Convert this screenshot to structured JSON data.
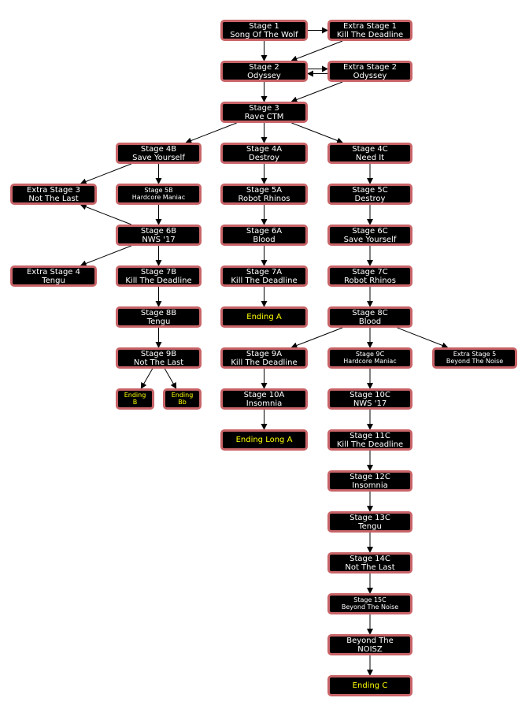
{
  "colors": {
    "node_fill": "#000000",
    "node_border": "#c86468",
    "text": "#ffffff",
    "ending_text": "#ffff00",
    "edge": "#000000",
    "background": "#ffffff"
  },
  "nodes": {
    "s1": {
      "line1": "Stage 1",
      "line2": "Song Of The Wolf"
    },
    "ex1": {
      "line1": "Extra Stage 1",
      "line2": "Kill The Deadline"
    },
    "s2": {
      "line1": "Stage 2",
      "line2": "Odyssey"
    },
    "ex2": {
      "line1": "Extra Stage 2",
      "line2": "Odyssey"
    },
    "s3": {
      "line1": "Stage 3",
      "line2": "Rave CTM"
    },
    "s4b": {
      "line1": "Stage 4B",
      "line2": "Save Yourself"
    },
    "s4a": {
      "line1": "Stage 4A",
      "line2": "Destroy"
    },
    "s4c": {
      "line1": "Stage 4C",
      "line2": "Need It"
    },
    "ex3": {
      "line1": "Extra Stage 3",
      "line2": "Not The Last"
    },
    "s5b": {
      "line1": "Stage 5B",
      "line2": "Hardcore Maniac"
    },
    "s5a": {
      "line1": "Stage 5A",
      "line2": "Robot Rhinos"
    },
    "s5c": {
      "line1": "Stage 5C",
      "line2": "Destroy"
    },
    "s6b": {
      "line1": "Stage 6B",
      "line2": "NWS '17"
    },
    "s6a": {
      "line1": "Stage 6A",
      "line2": "Blood"
    },
    "s6c": {
      "line1": "Stage 6C",
      "line2": "Save Yourself"
    },
    "ex4": {
      "line1": "Extra Stage 4",
      "line2": "Tengu"
    },
    "s7b": {
      "line1": "Stage 7B",
      "line2": "Kill The Deadline"
    },
    "s7a": {
      "line1": "Stage 7A",
      "line2": "Kill The Deadline"
    },
    "s7c": {
      "line1": "Stage 7C",
      "line2": "Robot Rhinos"
    },
    "s8b": {
      "line1": "Stage 8B",
      "line2": "Tengu"
    },
    "endA": {
      "line1": "Ending A",
      "line2": ""
    },
    "s8c": {
      "line1": "Stage 8C",
      "line2": "Blood"
    },
    "s9b": {
      "line1": "Stage 9B",
      "line2": "Not The Last"
    },
    "s9a": {
      "line1": "Stage 9A",
      "line2": "Kill The Deadline"
    },
    "s9c": {
      "line1": "Stage 9C",
      "line2": "Hardcore Maniac"
    },
    "ex5": {
      "line1": "Extra Stage 5",
      "line2": "Beyond The Noise"
    },
    "endB": {
      "line1": "Ending",
      "line2": "B"
    },
    "endBb": {
      "line1": "Ending",
      "line2": "Bb"
    },
    "s10a": {
      "line1": "Stage 10A",
      "line2": "Insomnia"
    },
    "s10c": {
      "line1": "Stage 10C",
      "line2": "NWS '17"
    },
    "endLA": {
      "line1": "Ending Long A",
      "line2": ""
    },
    "s11c": {
      "line1": "Stage 11C",
      "line2": "Kill The Deadline"
    },
    "s12c": {
      "line1": "Stage 12C",
      "line2": "Insomnia"
    },
    "s13c": {
      "line1": "Stage 13C",
      "line2": "Tengu"
    },
    "s14c": {
      "line1": "Stage 14C",
      "line2": "Not The Last"
    },
    "s15c": {
      "line1": "Stage 15C",
      "line2": "Beyond The Noise"
    },
    "final": {
      "line1": "Beyond The",
      "line2": "NOISZ"
    },
    "endC": {
      "line1": "Ending C",
      "line2": ""
    }
  },
  "edges": [
    [
      "s1",
      "ex1"
    ],
    [
      "s1",
      "s2"
    ],
    [
      "ex1",
      "s2"
    ],
    [
      "s2",
      "ex2"
    ],
    [
      "ex2",
      "s2"
    ],
    [
      "s2",
      "s3"
    ],
    [
      "ex2",
      "s3"
    ],
    [
      "s3",
      "s4b"
    ],
    [
      "s3",
      "s4a"
    ],
    [
      "s3",
      "s4c"
    ],
    [
      "s4b",
      "ex3"
    ],
    [
      "s4b",
      "s5b"
    ],
    [
      "s5b",
      "s6b"
    ],
    [
      "s6b",
      "ex3"
    ],
    [
      "s6b",
      "ex4"
    ],
    [
      "s6b",
      "s7b"
    ],
    [
      "s7b",
      "s8b"
    ],
    [
      "s8b",
      "s9b"
    ],
    [
      "s9b",
      "endB"
    ],
    [
      "s9b",
      "endBb"
    ],
    [
      "s4a",
      "s5a"
    ],
    [
      "s5a",
      "s6a"
    ],
    [
      "s6a",
      "s7a"
    ],
    [
      "s7a",
      "endA"
    ],
    [
      "s9a",
      "s10a"
    ],
    [
      "s10a",
      "endLA"
    ],
    [
      "s4c",
      "s5c"
    ],
    [
      "s5c",
      "s6c"
    ],
    [
      "s6c",
      "s7c"
    ],
    [
      "s7c",
      "s8c"
    ],
    [
      "s8c",
      "s9a"
    ],
    [
      "s8c",
      "s9c"
    ],
    [
      "s8c",
      "ex5"
    ],
    [
      "s9c",
      "s10c"
    ],
    [
      "s10c",
      "s11c"
    ],
    [
      "s11c",
      "s12c"
    ],
    [
      "s12c",
      "s13c"
    ],
    [
      "s13c",
      "s14c"
    ],
    [
      "s14c",
      "s15c"
    ],
    [
      "s15c",
      "final"
    ],
    [
      "final",
      "endC"
    ]
  ]
}
